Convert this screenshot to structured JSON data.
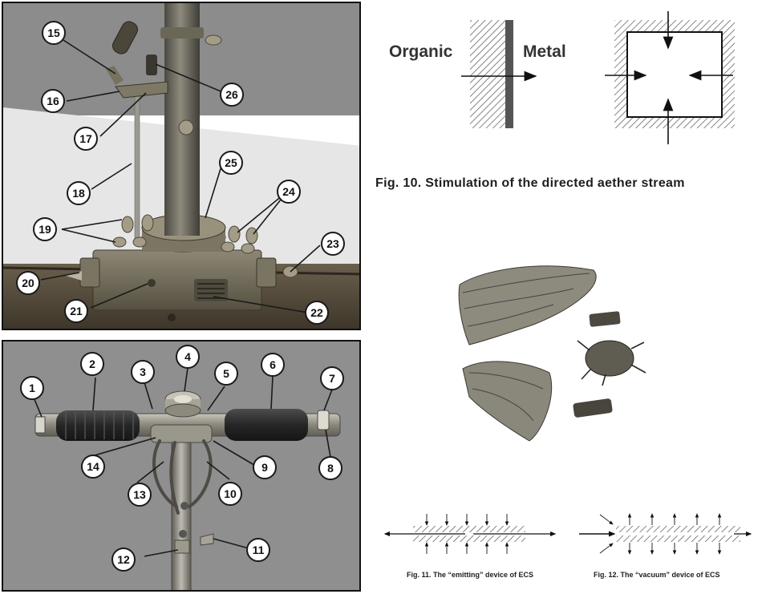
{
  "photo_top": {
    "callouts": [
      "15",
      "16",
      "17",
      "18",
      "19",
      "20",
      "21",
      "22",
      "23",
      "24",
      "25",
      "26"
    ]
  },
  "photo_bottom": {
    "callouts": [
      "1",
      "2",
      "3",
      "4",
      "5",
      "6",
      "7",
      "8",
      "9",
      "10",
      "11",
      "12",
      "13",
      "14"
    ]
  },
  "fig10": {
    "left_label": "Organic",
    "right_label": "Metal",
    "caption": "Fig. 10. Stimulation of the directed aether stream"
  },
  "fig11": {
    "caption": "Fig. 11. The “emitting” device of ECS"
  },
  "fig12": {
    "caption": "Fig. 12. The “vacuum” device of ECS"
  },
  "colors": {
    "photo_bg": "#8f8f8f",
    "metal": "#6f6a5c",
    "grip": "#2e2e2e",
    "hatch": "#555555"
  }
}
